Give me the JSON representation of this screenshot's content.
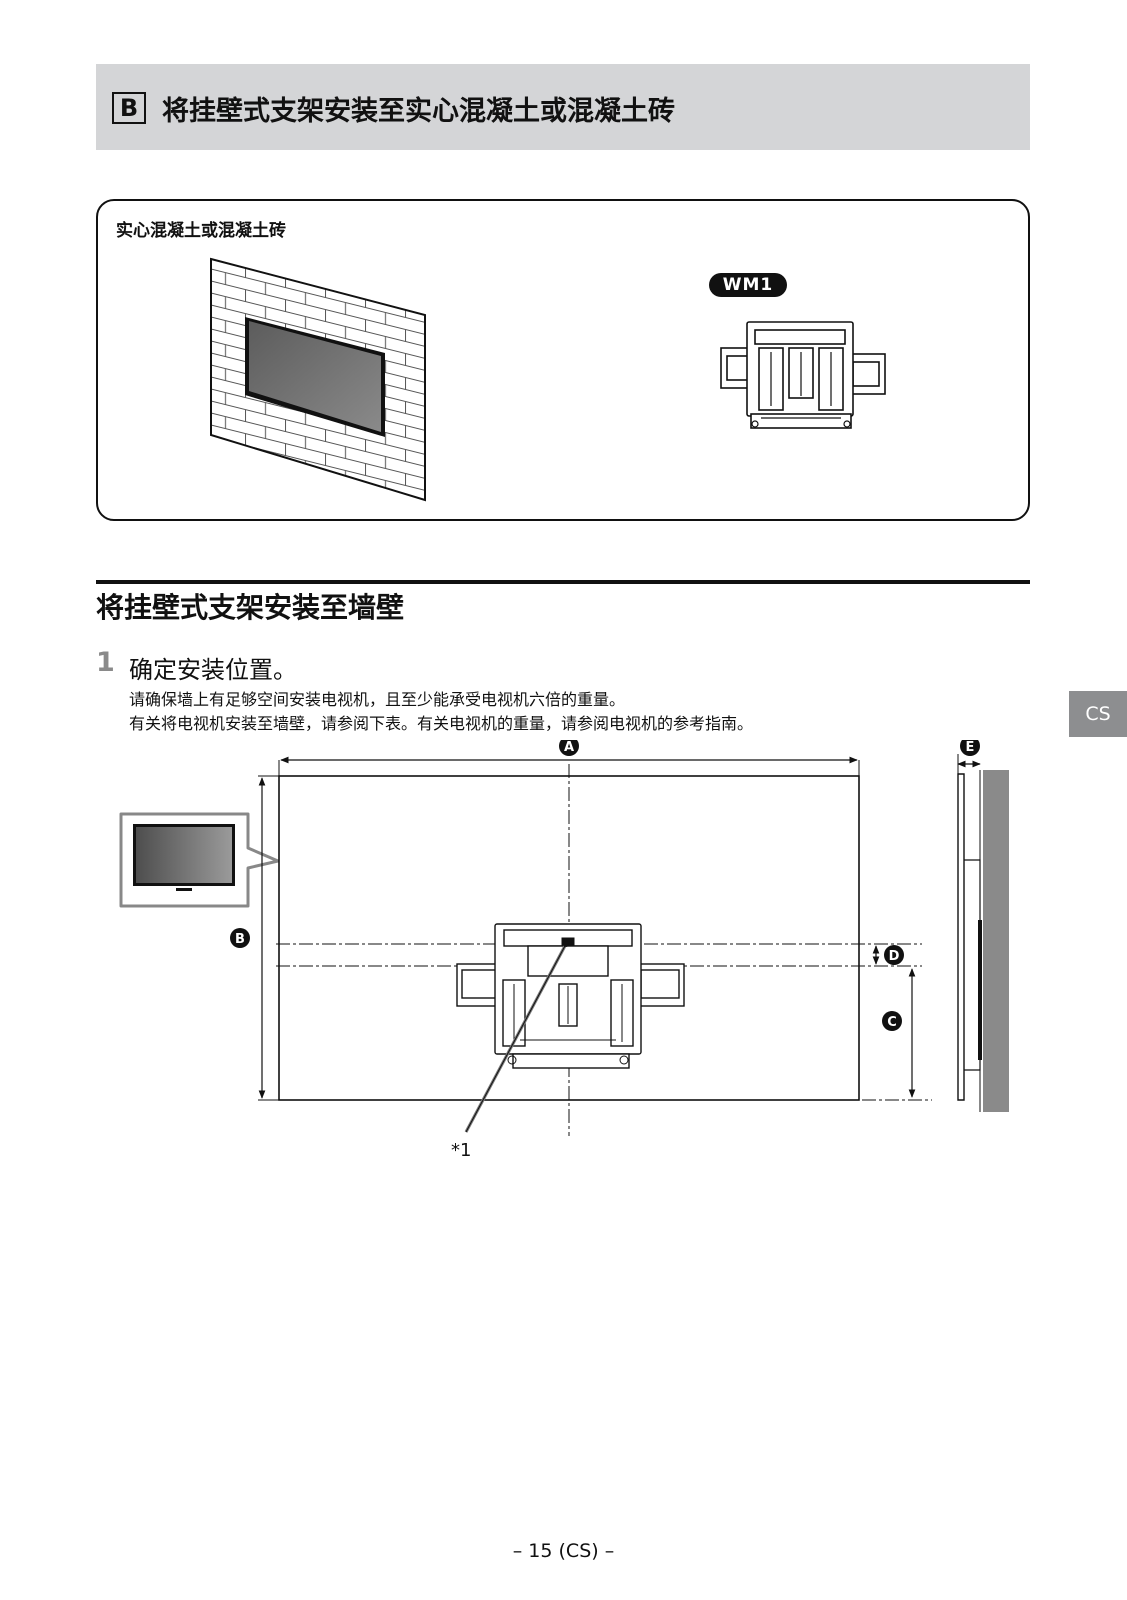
{
  "header": {
    "letter": "B",
    "title": "将挂壁式支架安装至实心混凝土或混凝土砖"
  },
  "wall_box": {
    "title": "实心混凝土或混凝土砖",
    "badge": "WM1"
  },
  "section": {
    "title": "将挂壁式支架安装至墙壁"
  },
  "step": {
    "number": "1",
    "title": "确定安装位置。",
    "line1": "请确保墙上有足够空间安装电视机，且至少能承受电视机六倍的重量。",
    "line2": "有关将电视机安装至墙壁，请参阅下表。有关电视机的重量，请参阅电视机的参考指南。"
  },
  "diagram": {
    "labels": {
      "a": "A",
      "b": "B",
      "c": "C",
      "d": "D",
      "e": "E"
    },
    "footnote_marker": "*1"
  },
  "side_tab": "CS",
  "page_number": "– 15 (CS) –"
}
